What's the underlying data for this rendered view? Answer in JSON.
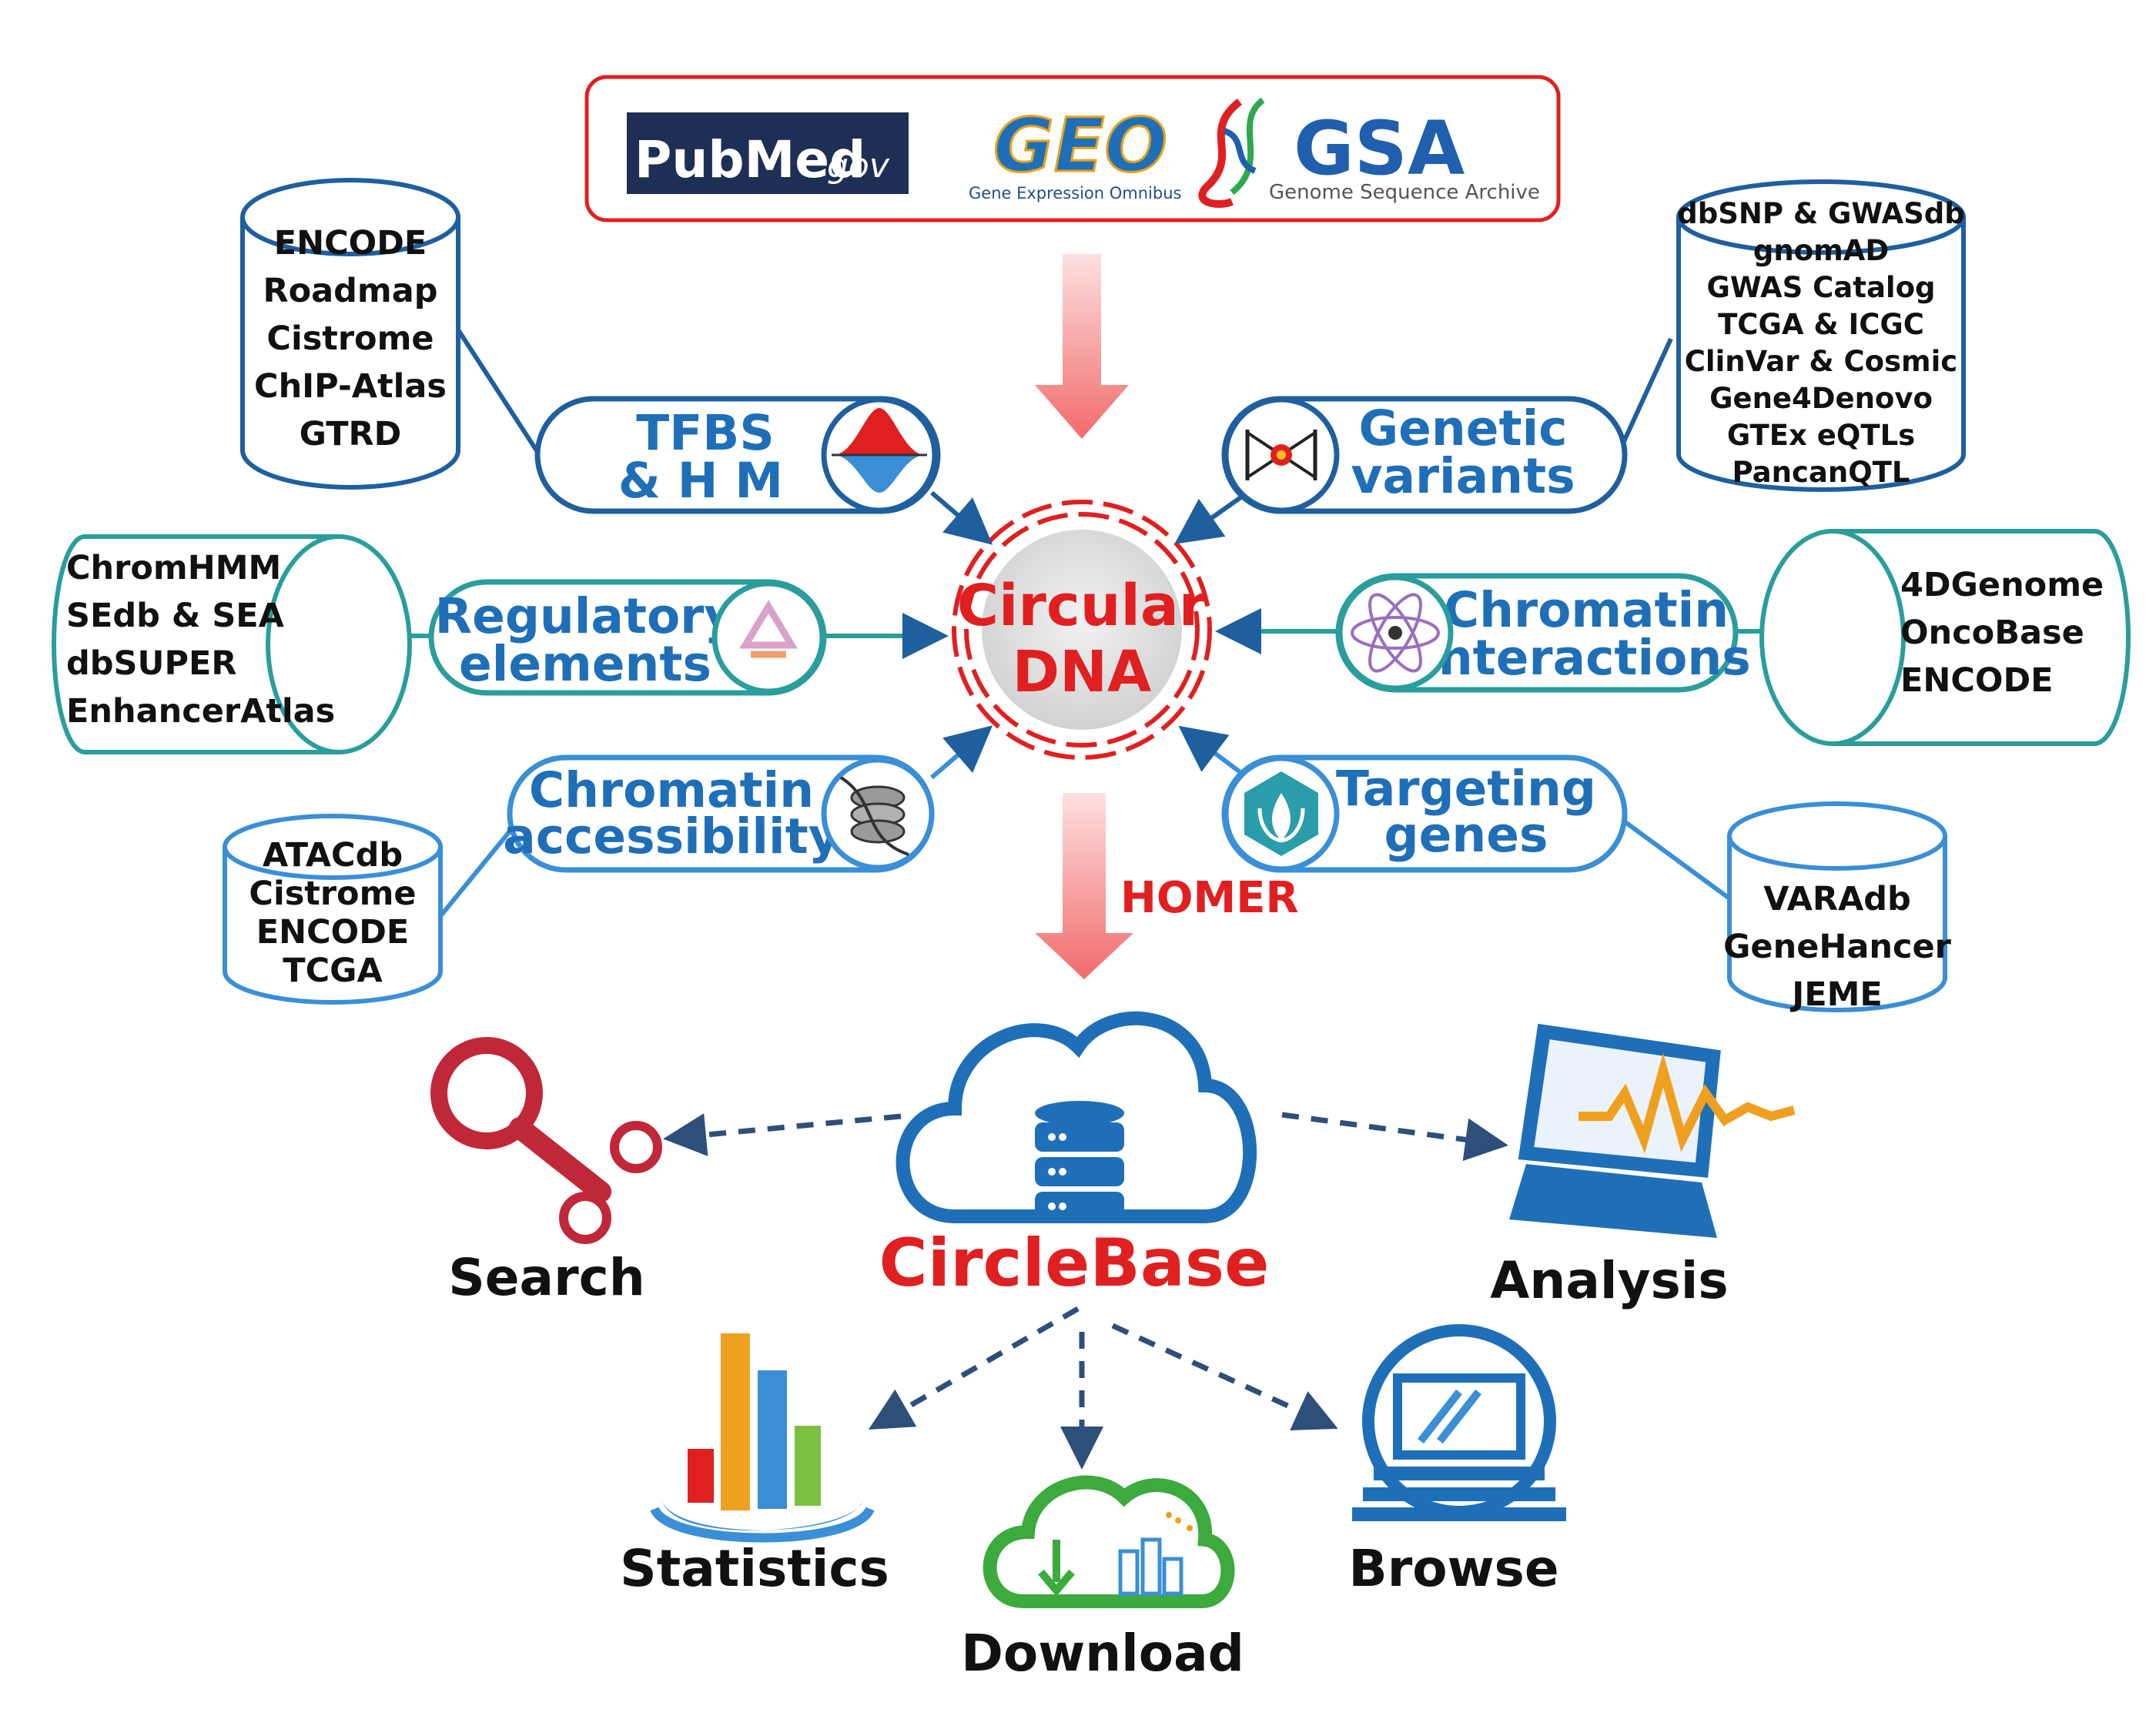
{
  "sources": {
    "pubmed": {
      "text": "PubMed",
      "suffix": ".gov"
    },
    "geo": {
      "logo": "GEO",
      "subtitle": "Gene Expression Omnibus"
    },
    "gsa": {
      "logo": "GSA",
      "subtitle": "Genome Sequence Archive"
    }
  },
  "center": {
    "line1": "Circular",
    "line2": "DNA"
  },
  "modules": {
    "tfbs": {
      "line1": "TFBS",
      "line2": "& H M",
      "icon": "wave-icon"
    },
    "genetic": {
      "line1": "Genetic",
      "line2": "variants",
      "icon": "dna-variant-icon"
    },
    "regulatory": {
      "line1": "Regulatory",
      "line2": "elements",
      "icon": "recycle-icon"
    },
    "chromatin_int": {
      "line1": "Chromatin",
      "line2": "interactions",
      "icon": "atom-icon"
    },
    "accessibility": {
      "line1": "Chromatin",
      "line2": "accessibility",
      "icon": "nucleosome-icon"
    },
    "targeting": {
      "line1": "Targeting",
      "line2": "genes",
      "icon": "lotus-icon"
    }
  },
  "databases": {
    "tfbs": [
      "ENCODE",
      "Roadmap",
      "Cistrome",
      "ChIP-Atlas",
      "GTRD"
    ],
    "genetic": [
      "dbSNP & GWASdb",
      "gnomAD",
      "GWAS Catalog",
      "TCGA & ICGC",
      "ClinVar & Cosmic",
      "Gene4Denovo",
      "GTEx eQTLs",
      "PancanQTL"
    ],
    "regulatory": [
      "ChromHMM",
      "SEdb & SEA",
      "dbSUPER",
      "EnhancerAtlas"
    ],
    "chromatin_int": [
      "4DGenome",
      "OncoBase",
      "ENCODE"
    ],
    "accessibility": [
      "ATACdb",
      "Cistrome",
      "ENCODE",
      "TCGA"
    ],
    "targeting": [
      "VARAdb",
      "GeneHancer",
      "JEME"
    ]
  },
  "homer": "HOMER",
  "circlebase": "CircleBase",
  "outputs": {
    "search": "Search",
    "analysis": "Analysis",
    "statistics": "Statistics",
    "download": "Download",
    "browse": "Browse"
  },
  "colors": {
    "dark_blue": "#1f5f9e",
    "teal": "#2a9d9d",
    "light_blue": "#3a8fd6",
    "red": "#e02020",
    "arrow_pink": "#f47a7a"
  }
}
